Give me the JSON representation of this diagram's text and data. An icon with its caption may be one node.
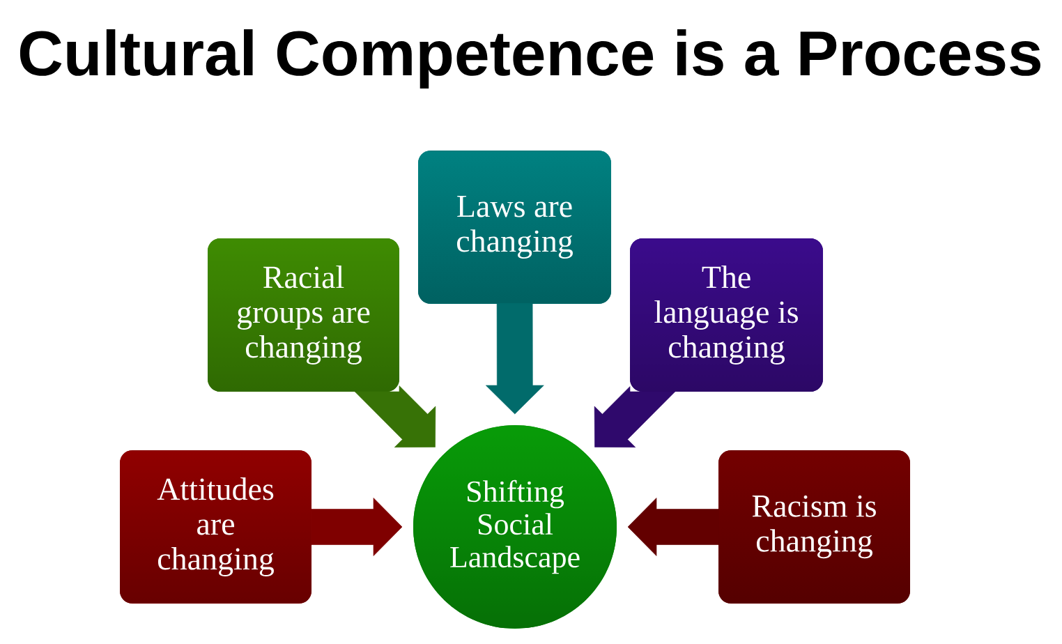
{
  "diagram": {
    "title": "Cultural Competence is a Process",
    "nodes": [
      {
        "text": [
          "Laws are changing"
        ]
      },
      {
        "text": [
          "Racial groups are changing"
        ]
      },
      {
        "text": [
          "The language is changing"
        ]
      },
      {
        "text": [
          "Attitudes are changing"
        ]
      },
      {
        "text": [
          "Shifting Social Landscape"
        ]
      },
      {
        "text": [
          "Racism is changing"
        ]
      }
    ],
    "edges": [
      {
        "from": 0,
        "to": 4,
        "arrow": "to",
        "color": "#016b6b"
      },
      {
        "from": 1,
        "to": 4,
        "arrow": "to",
        "color": "#377206"
      },
      {
        "from": 2,
        "to": 4,
        "arrow": "to",
        "color": "#2f096c"
      },
      {
        "from": 3,
        "to": 4,
        "arrow": "to",
        "color": "#7f0000"
      },
      {
        "from": 5,
        "to": 4,
        "arrow": "to",
        "color": "#630000"
      }
    ]
  }
}
